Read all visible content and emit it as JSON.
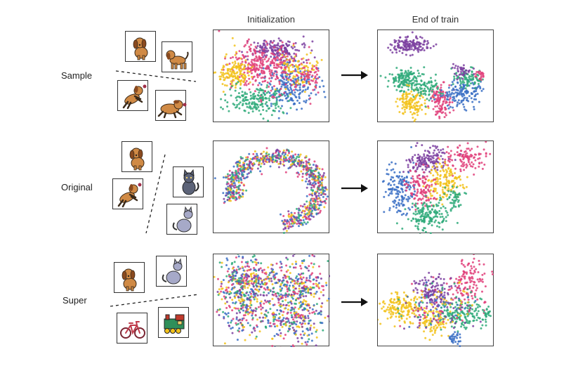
{
  "columns": {
    "initialization": "Initialization",
    "end_of_train": "End of train"
  },
  "rows": [
    {
      "label": "Sample"
    },
    {
      "label": "Original"
    },
    {
      "label": "Super"
    }
  ],
  "palette": {
    "purple": "#7b3fa0",
    "pink": "#e0407a",
    "yellow": "#f2c21b",
    "green": "#2faa7a",
    "blue": "#3a6fc4"
  },
  "icons": {
    "row1": [
      "dog-sitting-icon",
      "dog-standing-icon",
      "dog-jumping-icon",
      "dog-running-icon"
    ],
    "row2": [
      "dog-sitting-icon",
      "dog-jumping-icon",
      "cat-sitting-icon",
      "cat-sitting-icon"
    ],
    "row3": [
      "dog-standing-icon",
      "cat-sitting-icon",
      "bicycle-icon",
      "train-icon"
    ]
  },
  "plots": {
    "row1_init": "mixed clusters",
    "row1_end": "separated clusters",
    "row2_init": "mixed blob",
    "row2_end": "partially separated clusters",
    "row3_init": "mixed blob",
    "row3_end": "partially separated clusters"
  }
}
